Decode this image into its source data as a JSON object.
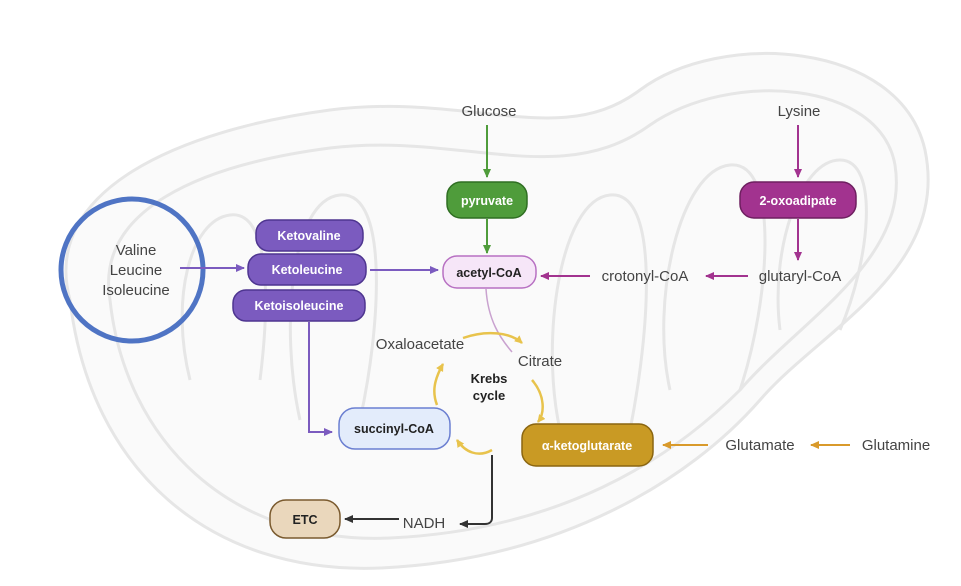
{
  "colors": {
    "purple": "#7b5bbf",
    "magenta": "#a2338f",
    "green": "#4f9c3b",
    "gold": "#c99a24",
    "acetyl_fill": "#f6e6f8",
    "acetyl_border": "#b770c2",
    "succinyl_fill": "#e3ecfb",
    "succinyl_border": "#6b7fd1",
    "etc_fill": "#ead7bc",
    "etc_border": "#7a5a2e",
    "circle_blue": "#4f74c4",
    "krebs_yellow": "#e8c34c"
  },
  "labels": {
    "bcaa": [
      "Valine",
      "Leucine",
      "Isoleucine"
    ],
    "ketovaline": "Ketovaline",
    "ketoleucine": "Ketoleucine",
    "ketoisoleucine": "Ketoisoleucine",
    "glucose": "Glucose",
    "pyruvate": "pyruvate",
    "acetyl_coa": "acetyl-CoA",
    "crotonyl_coa": "crotonyl-CoA",
    "glutaryl_coa": "glutaryl-CoA",
    "lysine": "Lysine",
    "oxoadipate": "2-oxoadipate",
    "oxaloacetate": "Oxaloacetate",
    "citrate": "Citrate",
    "krebs": [
      "Krebs",
      "cycle"
    ],
    "succinyl_coa": "succinyl-CoA",
    "alpha_kg": "α-ketoglutarate",
    "glutamate": "Glutamate",
    "glutamine": "Glutamine",
    "etc": "ETC",
    "nadh": "NADH"
  }
}
